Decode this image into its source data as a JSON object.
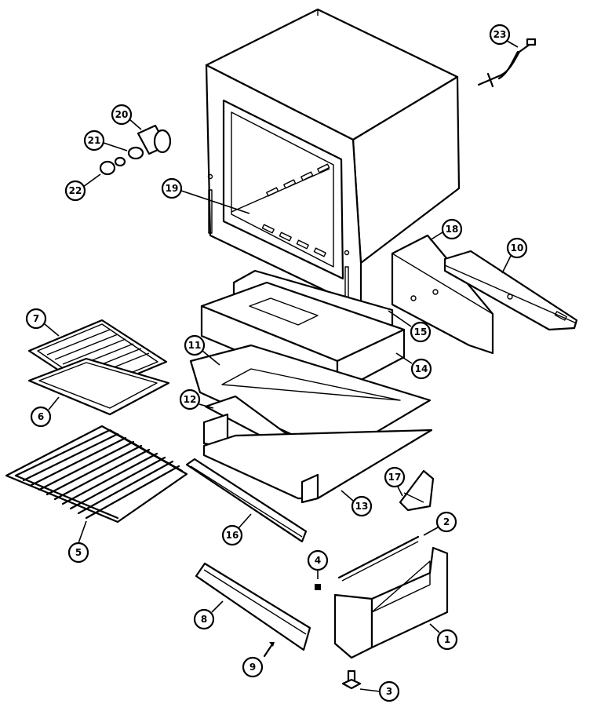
{
  "diagram": {
    "type": "exploded-parts-diagram",
    "callouts": [
      {
        "id": "p1",
        "label": "1"
      },
      {
        "id": "p2",
        "label": "2"
      },
      {
        "id": "p3",
        "label": "3"
      },
      {
        "id": "p4",
        "label": "4"
      },
      {
        "id": "p5",
        "label": "5"
      },
      {
        "id": "p6",
        "label": "6"
      },
      {
        "id": "p7",
        "label": "7"
      },
      {
        "id": "p8",
        "label": "8"
      },
      {
        "id": "p9",
        "label": "9"
      },
      {
        "id": "p10",
        "label": "10"
      },
      {
        "id": "p11",
        "label": "11"
      },
      {
        "id": "p12",
        "label": "12"
      },
      {
        "id": "p13",
        "label": "13"
      },
      {
        "id": "p14",
        "label": "14"
      },
      {
        "id": "p15",
        "label": "15"
      },
      {
        "id": "p16",
        "label": "16"
      },
      {
        "id": "p17",
        "label": "17"
      },
      {
        "id": "p18",
        "label": "18"
      },
      {
        "id": "p19",
        "label": "19"
      },
      {
        "id": "p20",
        "label": "20"
      },
      {
        "id": "p21",
        "label": "21"
      },
      {
        "id": "p22",
        "label": "22"
      },
      {
        "id": "p23",
        "label": "23"
      }
    ]
  }
}
